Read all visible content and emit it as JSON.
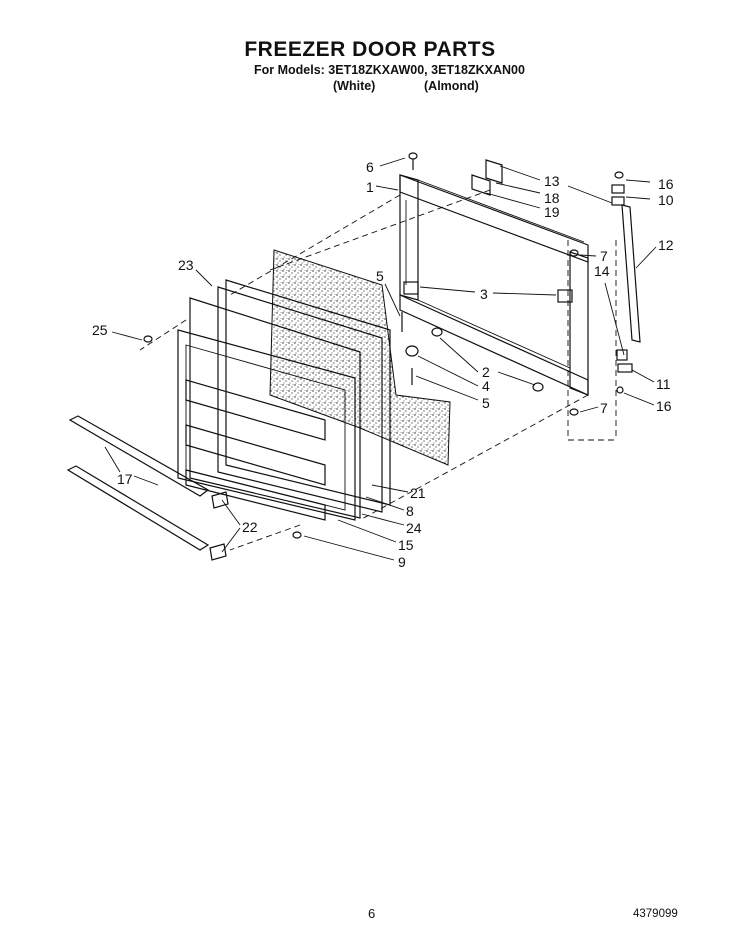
{
  "header": {
    "title": "FREEZER DOOR PARTS",
    "models_line": "For Models: 3ET18ZKXAW00, 3ET18ZKXAN00",
    "variant_white": "(White)",
    "variant_almond": "(Almond)"
  },
  "footer": {
    "page_number": "6",
    "document_number": "4379099"
  },
  "callouts": {
    "c1": "1",
    "c2": "2",
    "c3": "3",
    "c4": "4",
    "c5a": "5",
    "c5b": "5",
    "c6": "6",
    "c7a": "7",
    "c7b": "7",
    "c8": "8",
    "c9": "9",
    "c10": "10",
    "c11": "11",
    "c12": "12",
    "c13": "13",
    "c14": "14",
    "c15": "15",
    "c16a": "16",
    "c16b": "16",
    "c17": "17",
    "c18": "18",
    "c19": "19",
    "c21": "21",
    "c22": "22",
    "c23": "23",
    "c24": "24",
    "c25": "25"
  },
  "colors": {
    "ink": "#111111",
    "paper": "#ffffff"
  }
}
